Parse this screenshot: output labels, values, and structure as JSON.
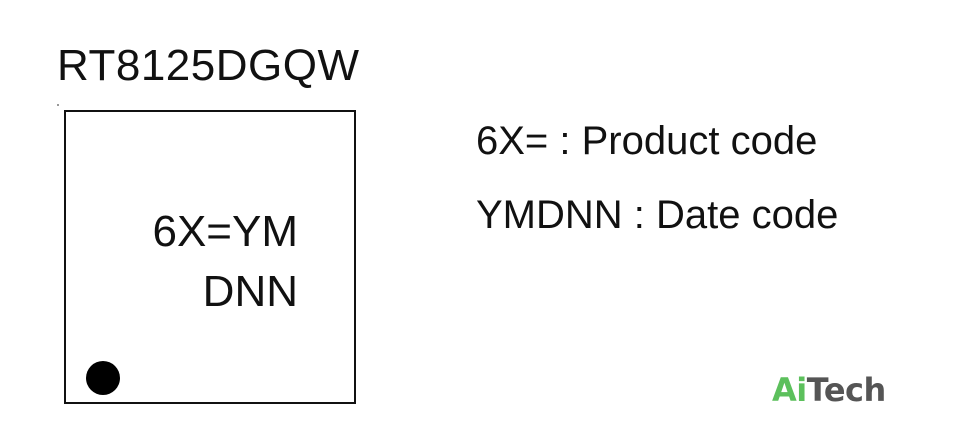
{
  "part_number": "RT8125DGQW",
  "chip": {
    "marking_line_1": "6X=YM",
    "marking_line_2": "DNN"
  },
  "legend": [
    {
      "text": "6X= : Product code"
    },
    {
      "text": "YMDNN : Date code"
    }
  ],
  "logo": {
    "prefix": "Ai",
    "suffix": "Tech",
    "colors": {
      "prefix": "#5cc05c",
      "suffix": "#555555"
    }
  }
}
